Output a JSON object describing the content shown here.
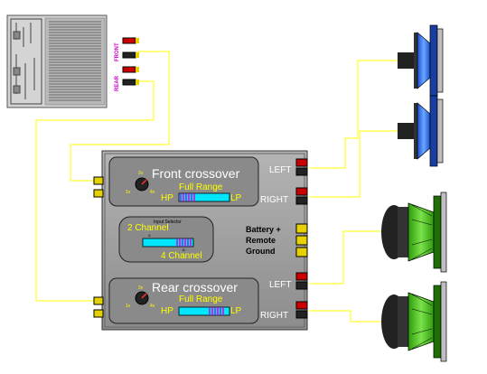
{
  "head_unit": {
    "front_label": "FRONT",
    "rear_label": "REAR"
  },
  "crossover": {
    "front_title": "Front crossover",
    "rear_title": "Rear crossover",
    "full_range": "Full Range",
    "hp": "HP",
    "lp": "LP",
    "knob_low": "1v",
    "knob_mid": "2v",
    "knob_high": "4v"
  },
  "input_selector": {
    "title": "Input Selector",
    "two_channel": "2 Channel",
    "four_channel": "4 Channel",
    "position_a": "A",
    "position_b": "B"
  },
  "power": {
    "label_line1": "Battery +",
    "label_line2": "Remote",
    "label_line3": "Ground"
  },
  "outputs": {
    "front_left": "LEFT",
    "front_right": "RIGHT",
    "rear_left": "LEFT",
    "rear_right": "RIGHT"
  },
  "colors": {
    "wire": "#ffff00",
    "amp_body": "#9a9a9a",
    "panel": "#c8c8c8",
    "tweeter_cone": "#2f78ff",
    "woofer_cone": "#46c814",
    "rca_red": "#cc0000",
    "rca_yellow": "#e6d200",
    "accent_text": "#ffff00",
    "slider_fill": "#00e6ff",
    "slider_mark": "#d000d0",
    "label_blue": "#2020ff"
  }
}
